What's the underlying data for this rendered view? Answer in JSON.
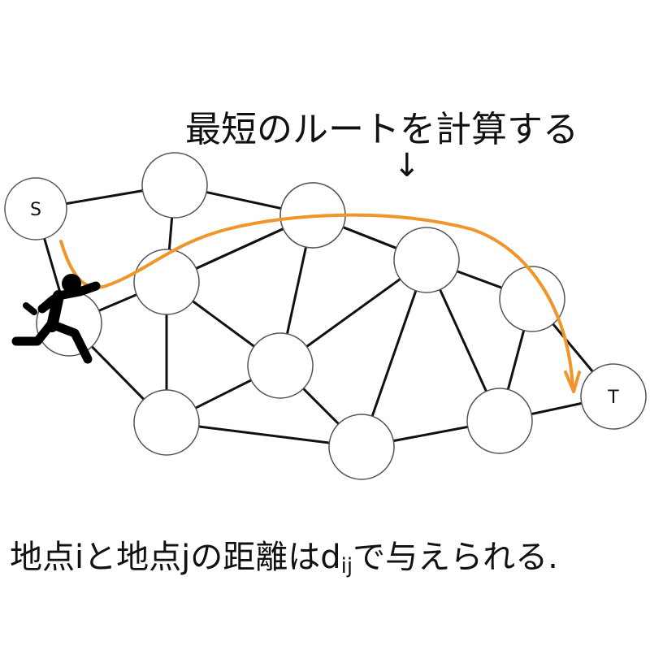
{
  "heading": "最短のルートを計算する",
  "arrow_glyph": "↓",
  "caption": {
    "prefix": "地点iと地点jの距離はd",
    "subscript": "ij",
    "suffix": "で与えられる."
  },
  "nodes": [
    {
      "id": "S",
      "label": "S"
    },
    {
      "id": "n1",
      "label": ""
    },
    {
      "id": "n2",
      "label": ""
    },
    {
      "id": "n3",
      "label": ""
    },
    {
      "id": "n4",
      "label": ""
    },
    {
      "id": "n5",
      "label": ""
    },
    {
      "id": "n6",
      "label": ""
    },
    {
      "id": "n7",
      "label": ""
    },
    {
      "id": "n8",
      "label": ""
    },
    {
      "id": "n9",
      "label": ""
    },
    {
      "id": "n10",
      "label": ""
    },
    {
      "id": "n11",
      "label": ""
    },
    {
      "id": "T",
      "label": "T"
    }
  ],
  "edges": [
    [
      "S",
      "n1"
    ],
    [
      "S",
      "n3"
    ],
    [
      "n1",
      "n2"
    ],
    [
      "n1",
      "n4"
    ],
    [
      "n2",
      "n4"
    ],
    [
      "n2",
      "n5"
    ],
    [
      "n2",
      "n6"
    ],
    [
      "n3",
      "n4"
    ],
    [
      "n3",
      "n7"
    ],
    [
      "n4",
      "n5"
    ],
    [
      "n4",
      "n7"
    ],
    [
      "n4",
      "n8"
    ],
    [
      "n5",
      "n6"
    ],
    [
      "n5",
      "n8"
    ],
    [
      "n6",
      "n8"
    ],
    [
      "n6",
      "n9"
    ],
    [
      "n6",
      "n10"
    ],
    [
      "n6",
      "n11"
    ],
    [
      "n7",
      "n8"
    ],
    [
      "n7",
      "n9"
    ],
    [
      "n8",
      "n9"
    ],
    [
      "n9",
      "n10"
    ],
    [
      "n10",
      "T"
    ],
    [
      "n11",
      "n10"
    ],
    [
      "n11",
      "T"
    ]
  ],
  "colors": {
    "route": "#F0952A",
    "edge": "#111111",
    "node_fill": "#ffffff",
    "node_stroke": "#555555",
    "runner": "#000000"
  },
  "icons": {
    "runner": "running-person-icon"
  }
}
